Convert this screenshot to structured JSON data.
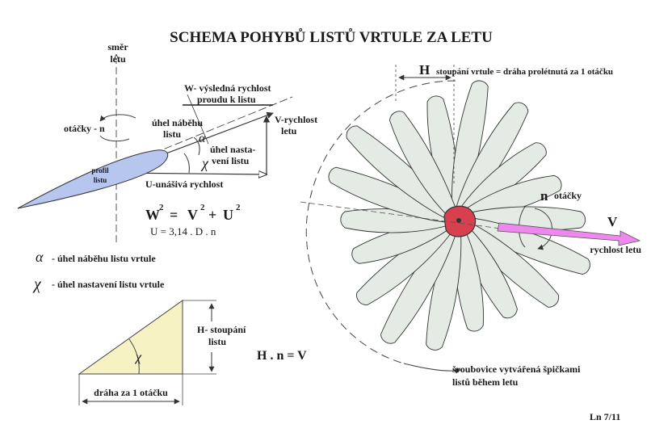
{
  "title": "SCHEMA POHYBŮ LISTŮ VRTULE ZA LETU",
  "left": {
    "smer_letu": [
      "směr",
      "letu"
    ],
    "otacky_n": "otáčky - n",
    "w_label": [
      "W- výsledná rychlost",
      "proudu k listu"
    ],
    "v_label": [
      "V-rychlost",
      "letu"
    ],
    "uhel_nabehu": [
      "úhel náběhu",
      "listu"
    ],
    "uhel_nastaveni": [
      "úhel nasta-",
      "vení listu"
    ],
    "profil": [
      "profil",
      "listu"
    ],
    "u_label": "U-unášivá rychlost",
    "symbols": {
      "alpha": "α",
      "chi": "χ"
    },
    "formula_w": {
      "w": "W",
      "eq": "=",
      "v": "V",
      "plus": "+",
      "u": "U",
      "exp": "2"
    },
    "formula_u": "U = 3,14 . D . n",
    "legend": [
      {
        "symbol": "α",
        "text": "- úhel náběhu listu vrtule"
      },
      {
        "symbol": "χ",
        "text": "- úhel nastavení listu vrtule"
      }
    ],
    "triangle": {
      "stoupani": [
        "H- stoupání",
        "listu"
      ],
      "draha": "dráha za 1 otáčku",
      "chi": "χ"
    },
    "formula_hnv": "H . n = V"
  },
  "right": {
    "h_letter": "H",
    "h_text": "stoupání vrtule = dráha prolétnutá za 1 otáčku",
    "n_letter": "n",
    "n_text": "otáčky",
    "v_letter": "V",
    "v_text": "rychlost letu",
    "helix_caption": [
      "šroubovice vytvářená špičkami",
      "listů během letu"
    ]
  },
  "footer": "Ln 7/11",
  "colors": {
    "profile_fill": "#b6c6ee",
    "blade_fill": "#e4ebe4",
    "hub_fill": "#d84050",
    "triangle_fill": "#f6f2c4",
    "speed_arrow": "#ee88ee"
  }
}
